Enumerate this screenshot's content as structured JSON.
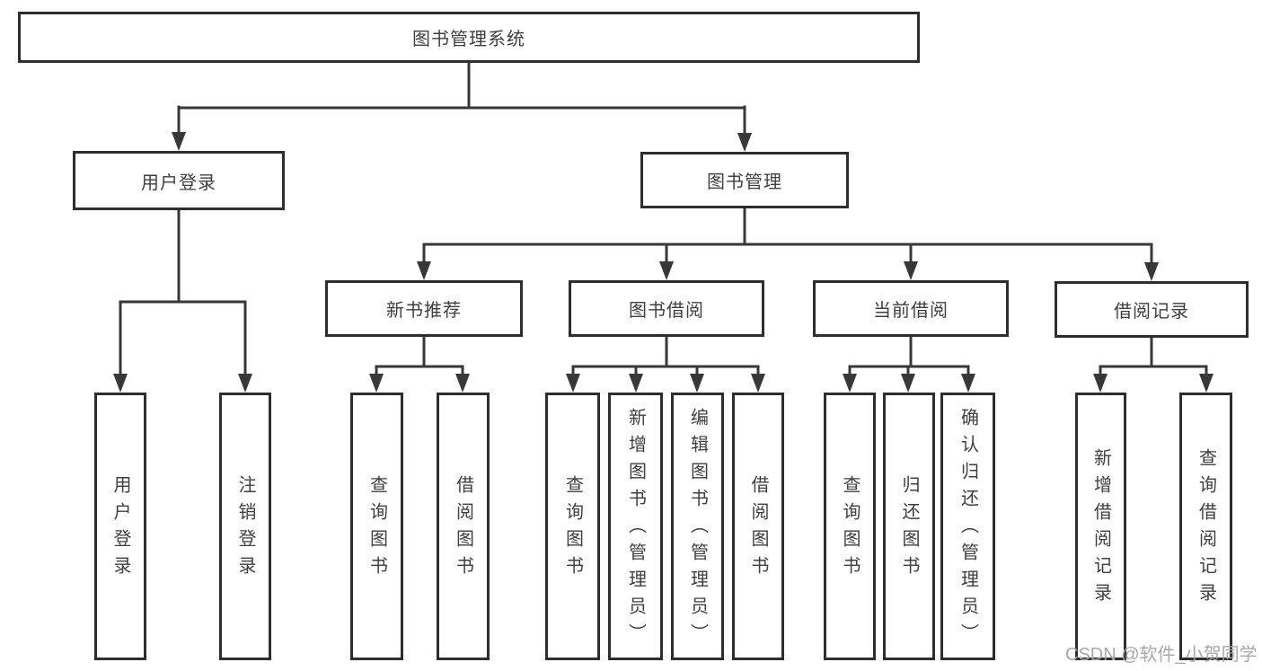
{
  "diagram": {
    "root": {
      "label": "图书管理系统"
    },
    "branches": [
      {
        "label": "用户登录",
        "children": [
          {
            "label": "用户登录"
          },
          {
            "label": "注销登录"
          }
        ]
      },
      {
        "label": "图书管理",
        "children": [
          {
            "label": "新书推荐",
            "children": [
              {
                "label": "查询图书"
              },
              {
                "label": "借阅图书"
              }
            ]
          },
          {
            "label": "图书借阅",
            "children": [
              {
                "label": "查询图书"
              },
              {
                "label": "新增图书（管理员）"
              },
              {
                "label": "编辑图书（管理员）"
              },
              {
                "label": "借阅图书"
              }
            ]
          },
          {
            "label": "当前借阅",
            "children": [
              {
                "label": "查询图书"
              },
              {
                "label": "归还图书"
              },
              {
                "label": "确认归还（管理员）"
              }
            ]
          },
          {
            "label": "借阅记录",
            "children": [
              {
                "label": "新增借阅记录"
              },
              {
                "label": "查询借阅记录"
              }
            ]
          }
        ]
      }
    ]
  },
  "watermark": {
    "text": "CSDN @软件_小贺同学"
  },
  "colors": {
    "line": "#383838",
    "box_border": "#2e2e2e",
    "text": "#3f3f3f",
    "watermark": "#a8a8a8",
    "background": "#ffffff"
  }
}
